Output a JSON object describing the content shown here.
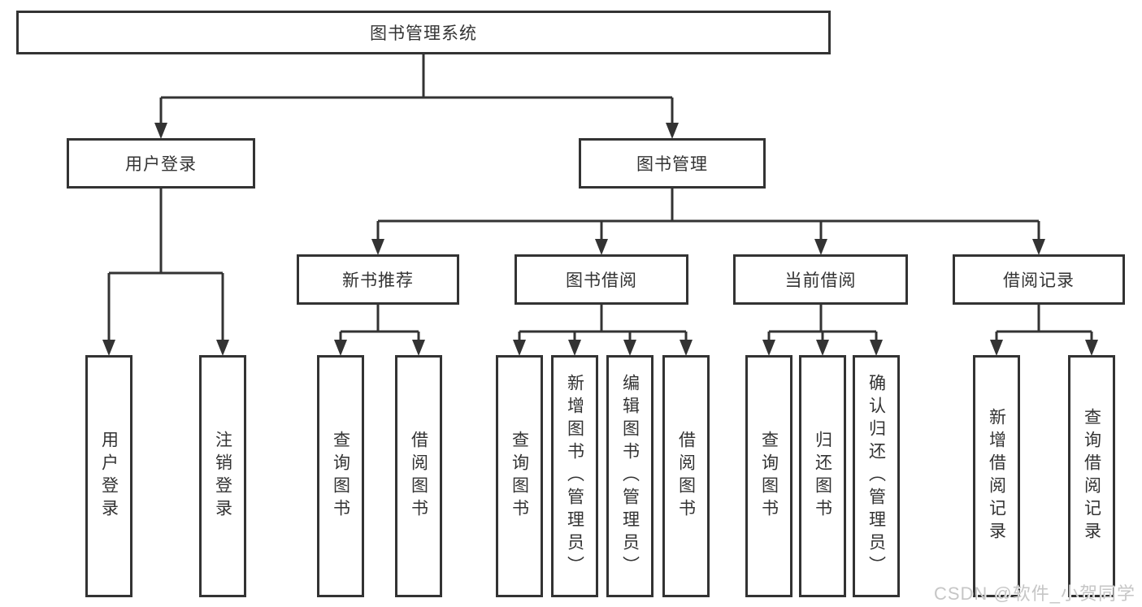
{
  "tree": {
    "root": {
      "label": "图书管理系统"
    },
    "branches": [
      {
        "label": "用户登录",
        "children": [
          {
            "label": "用户登录"
          },
          {
            "label": "注销登录"
          }
        ]
      },
      {
        "label": "图书管理",
        "children": [
          {
            "label": "新书推荐",
            "children": [
              {
                "label": "查询图书"
              },
              {
                "label": "借阅图书"
              }
            ]
          },
          {
            "label": "图书借阅",
            "children": [
              {
                "label": "查询图书"
              },
              {
                "label": "新增图书（管理员）"
              },
              {
                "label": "编辑图书（管理员）"
              },
              {
                "label": "借阅图书"
              }
            ]
          },
          {
            "label": "当前借阅",
            "children": [
              {
                "label": "查询图书"
              },
              {
                "label": "归还图书"
              },
              {
                "label": "确认归还（管理员）"
              }
            ]
          },
          {
            "label": "借阅记录",
            "children": [
              {
                "label": "新增借阅记录"
              },
              {
                "label": "查询借阅记录"
              }
            ]
          }
        ]
      }
    ]
  },
  "watermark": {
    "text": "CSDN @软件_小贺同学"
  },
  "colors": {
    "line": "#333333",
    "text": "#333333",
    "watermark": "#c6c6c6",
    "background": "#ffffff"
  }
}
